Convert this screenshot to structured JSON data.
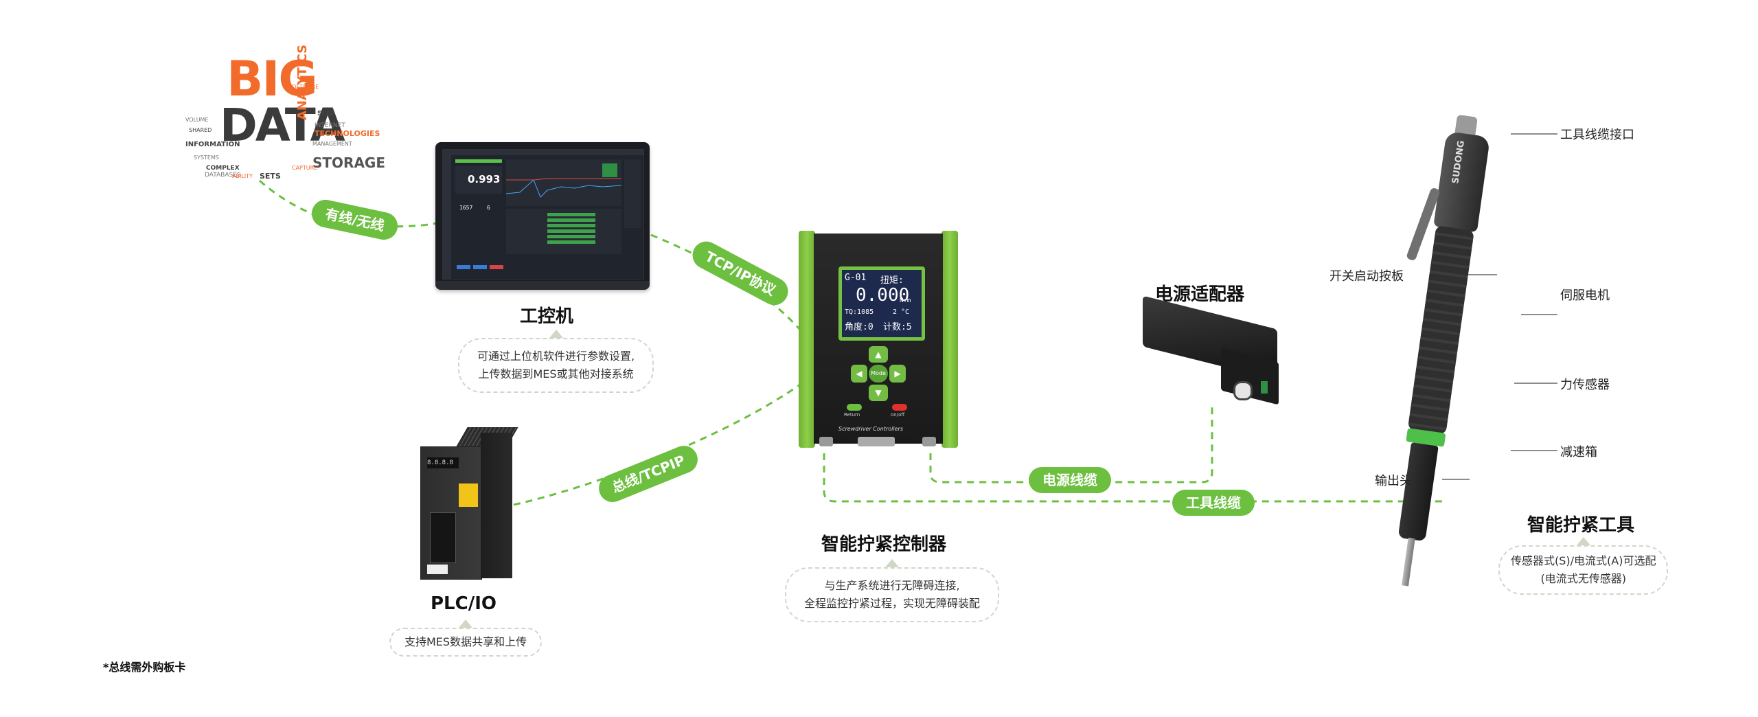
{
  "word_cloud": {
    "main_words": [
      "BIG",
      "DATA"
    ],
    "side_words": [
      "ANALYTICS",
      "STORAGE",
      "TECHNOLOGIES",
      "INFORMATION",
      "COMPLEX",
      "DATABASES",
      "INTERNET",
      "SOFTWARE",
      "VOLUME",
      "SETS",
      "MANAGEMENT",
      "ABILITY",
      "SIZE",
      "CAPTURE",
      "SHARED",
      "SYSTEMS"
    ]
  },
  "ipc": {
    "title": "工控机",
    "description": [
      "可通过上位机软件进行参数设置,",
      "上传数据到MES或其他对接系统"
    ],
    "screen_value": "0.993",
    "screen_counts": [
      "1657",
      "6"
    ]
  },
  "plc": {
    "title": "PLC/IO",
    "description": [
      "支持MES数据共享和上传"
    ]
  },
  "controller": {
    "title": "智能拧紧控制器",
    "description": [
      "与生产系统进行无障碍连接,",
      "全程监控拧紧过程，实现无障碍装配"
    ],
    "lcd_lines": [
      "G-01",
      "扭矩:",
      "0.000",
      "N.m",
      "TQ:1085",
      "2 °C",
      "角度:0",
      "计数:5"
    ],
    "button_labels": [
      "Mode",
      "Return",
      "on/off"
    ],
    "brand_strip": "Screwdriver Controllers"
  },
  "power_adapter": {
    "title": "电源适配器"
  },
  "tool": {
    "title": "智能拧紧工具",
    "description": [
      "传感器式(S)/电流式(A)可选配",
      "(电流式无传感器)"
    ],
    "brand": "SUDONG",
    "part_labels": [
      "工具线缆接口",
      "开关启动按板",
      "伺服电机",
      "力传感器",
      "减速箱",
      "输出头"
    ]
  },
  "links": {
    "wired_wireless": "有线/无线",
    "tcpip": "TCP/IP协议",
    "bus_tcpip": "总线/TCPIP",
    "power_cable": "电源线缆",
    "tool_cable": "工具线缆"
  },
  "footnote": "*总线需外购板卡",
  "colors": {
    "accent": "#6cbf3f",
    "controller_body": "#82c341",
    "dark": "#1f1f1f"
  }
}
